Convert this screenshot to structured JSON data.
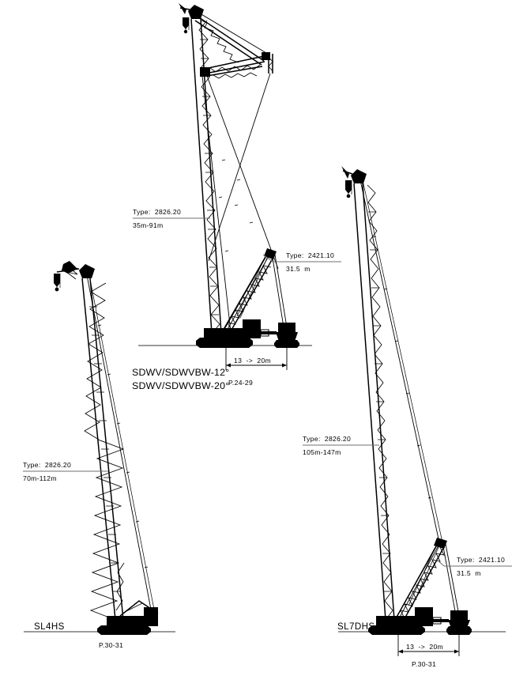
{
  "drawing": {
    "title": "Lattice boom crawler crane configuration diagram",
    "background_color": "#ffffff",
    "line_color": "#000000",
    "ground_line_color": "#7a7a7a"
  },
  "cranes": [
    {
      "id": "sl4hs",
      "name": "SL4HS",
      "page_ref": "P.30-31",
      "boom_label": {
        "type_line": "Type:  2826.20",
        "range_line": "70m-112m"
      }
    },
    {
      "id": "sdwv",
      "name_lines": [
        "SDWV/SDWVBW-12°",
        "SDWV/SDWVBW-20°"
      ],
      "page_ref": "P.24-29",
      "boom_label": {
        "type_line": "Type:  2826.20",
        "range_line": "35m-91m"
      },
      "derrick_label": {
        "type_line": "Type:  2421.10",
        "range_line": "31.5  m"
      },
      "dimension": "13  ->  20m"
    },
    {
      "id": "sl7dhs",
      "name": "SL7DHS",
      "page_ref": "P.30-31",
      "boom_label": {
        "type_line": "Type:  2826.20",
        "range_line": "105m-147m"
      },
      "derrick_label": {
        "type_line": "Type:  2421.10",
        "range_line": "31.5  m"
      },
      "dimension": "13  ->  20m"
    }
  ]
}
